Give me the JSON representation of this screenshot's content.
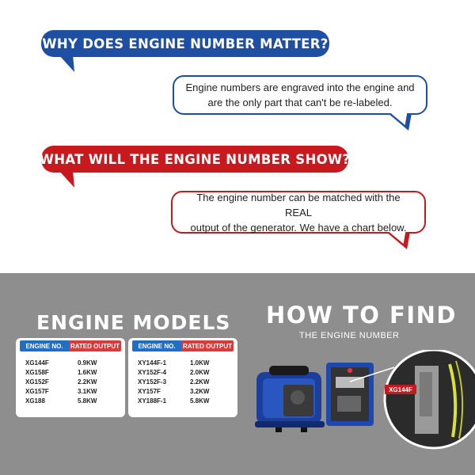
{
  "section1": {
    "title": "WHY DOES ENGINE NUMBER MATTER?",
    "text_line1": "Engine numbers are engraved into the engine and",
    "text_line2": "are the only part that can't be re-labeled."
  },
  "section2": {
    "title": "WHAT WILL THE ENGINE NUMBER SHOW?",
    "text_line1": "The engine number can be matched with the REAL",
    "text_line2": "output of the generator. We have a chart below."
  },
  "models": {
    "title": "ENGINE MODELS",
    "header_engine": "ENGINE NO.",
    "header_output": "RATED OUTPUT",
    "table1": [
      {
        "engine": "XG144F",
        "output": "0.9KW"
      },
      {
        "engine": "XG158F",
        "output": "1.6KW"
      },
      {
        "engine": "XG152F",
        "output": "2.2KW"
      },
      {
        "engine": "XG157F",
        "output": "3.1KW"
      },
      {
        "engine": "XG188",
        "output": "5.8KW"
      }
    ],
    "table2": [
      {
        "engine": "XY144F-1",
        "output": "1.0KW"
      },
      {
        "engine": "XY152F-4",
        "output": "2.0KW"
      },
      {
        "engine": "XY152F-3",
        "output": "2.2KW"
      },
      {
        "engine": "XY157F",
        "output": "3.2KW"
      },
      {
        "engine": "XY188F-1",
        "output": "5.8KW"
      }
    ]
  },
  "find": {
    "title": "HOW TO FIND",
    "subtitle": "THE ENGINE NUMBER",
    "label": "XG144F"
  },
  "colors": {
    "blue": "#1f4fa3",
    "red": "#c8191e",
    "panel_gray": "#8e8e8e",
    "header_blue": "#1f6fc7",
    "header_red": "#d93a3a"
  }
}
